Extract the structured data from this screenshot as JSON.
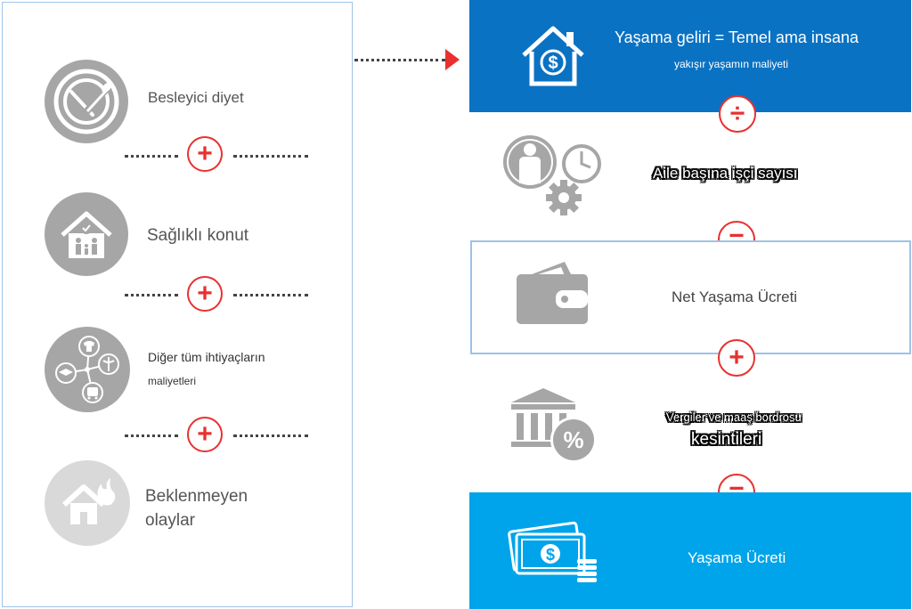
{
  "left": {
    "items": [
      {
        "label": "Besleyici diyet",
        "icon": "plate-fork-spoon-icon"
      },
      {
        "label": "Sağlıklı konut",
        "icon": "house-family-icon"
      },
      {
        "label_line1": "Diğer tüm ihtiyaçların",
        "label_line2": "maliyetleri",
        "icon": "needs-network-icon"
      },
      {
        "label_line1": "Beklenmeyen",
        "label_line2": "olaylar",
        "icon": "house-fire-icon"
      }
    ],
    "operator_plus": "+"
  },
  "right": {
    "top_box": {
      "line1": "Yaşama geliri = Temel ama insana",
      "line2": "yakışır yaşamın maliyeti",
      "icon": "house-dollar-icon"
    },
    "op_divide": "÷",
    "workers": {
      "label": "Aile başına işçi sayısı",
      "icon": "worker-clock-gear-icon"
    },
    "op_equals_1": "=",
    "net_box": {
      "label": "Net Yaşama Ücreti",
      "icon": "wallet-icon"
    },
    "op_plus": "+",
    "taxes": {
      "line1": "Vergiler ve maaş bordrosu",
      "line2": "kesintileri",
      "icon": "bank-percent-icon"
    },
    "op_equals_2": "=",
    "bottom_box": {
      "label": "Yaşama Ücreti",
      "icon": "cash-coins-icon"
    }
  },
  "colors": {
    "dark_blue": "#0a72c3",
    "light_blue": "#00a4ea",
    "red": "#e8312f",
    "gray": "#a6a6a6"
  }
}
